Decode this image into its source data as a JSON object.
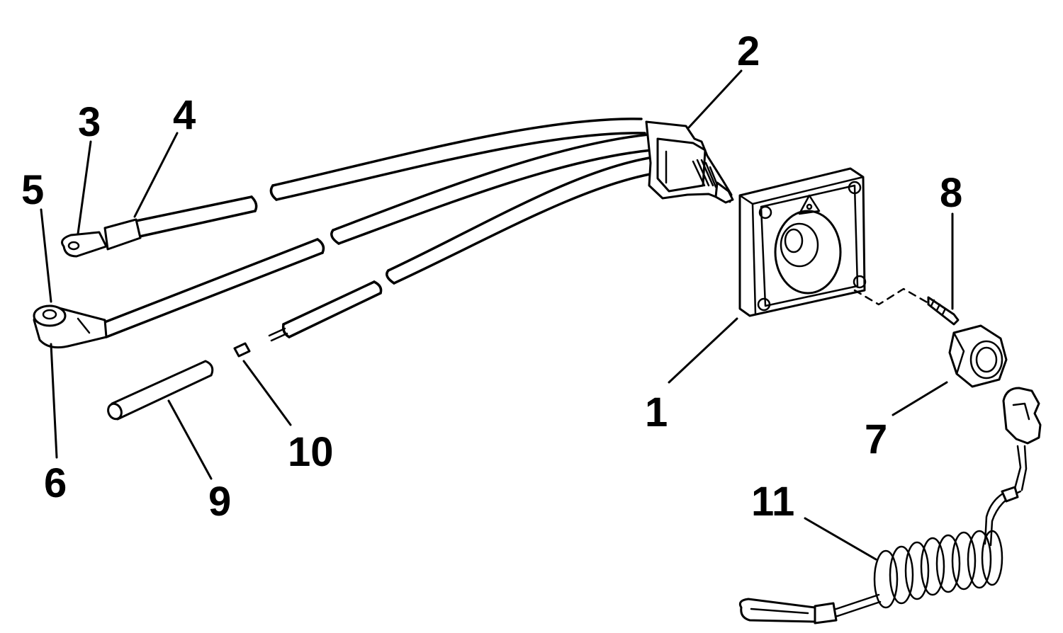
{
  "callouts": [
    {
      "id": "1",
      "part": "mounting plate"
    },
    {
      "id": "2",
      "part": "stop switch"
    },
    {
      "id": "3",
      "part": "ring terminal"
    },
    {
      "id": "4",
      "part": "terminal sleeve"
    },
    {
      "id": "5",
      "part": "eyelet terminal"
    },
    {
      "id": "6",
      "part": "terminal boot"
    },
    {
      "id": "7",
      "part": "hex nut"
    },
    {
      "id": "8",
      "part": "screw"
    },
    {
      "id": "9",
      "part": "sleeve tube"
    },
    {
      "id": "10",
      "part": "connector pin"
    },
    {
      "id": "11",
      "part": "lanyard cord with clip"
    }
  ]
}
